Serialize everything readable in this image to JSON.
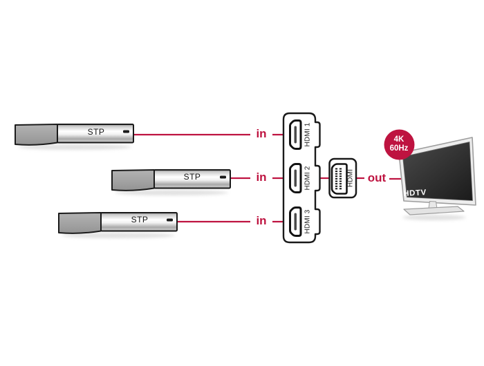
{
  "colors": {
    "accent": "#be1340",
    "outline": "#1a1a1a"
  },
  "sources": [
    {
      "label": "STP"
    },
    {
      "label": "STP"
    },
    {
      "label": "STP"
    }
  ],
  "connections": {
    "input_label": "in",
    "output_label": "out"
  },
  "switch": {
    "ports": [
      {
        "label": "HDMI 1"
      },
      {
        "label": "HDMI 2"
      },
      {
        "label": "HDMI 3"
      }
    ]
  },
  "output_device": {
    "connector_label": "HDMI",
    "badge": {
      "line1": "4K",
      "line2": "60Hz"
    },
    "tv_label": "HDTV"
  }
}
